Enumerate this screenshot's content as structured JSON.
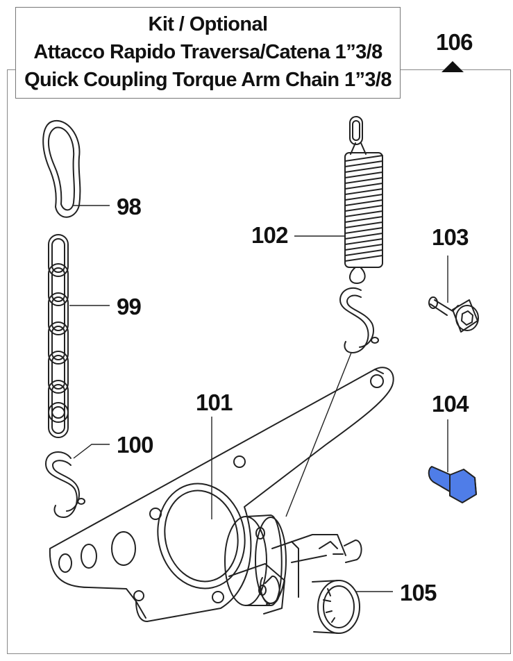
{
  "title": {
    "line1": "Kit / Optional",
    "line2": "Attacco Rapido Traversa/Catena 1”3/8",
    "line3": "Quick Coupling Torque Arm Chain 1”3/8"
  },
  "callouts": {
    "c98": "98",
    "c99": "99",
    "c100": "100",
    "c101": "101",
    "c102": "102",
    "c103": "103",
    "c104": "104",
    "c105": "105",
    "c106": "106"
  },
  "colors": {
    "line": "#222222",
    "highlight_bolt": "#4f7de8"
  },
  "icons": {
    "kit_marker": "triangle-up-icon"
  }
}
